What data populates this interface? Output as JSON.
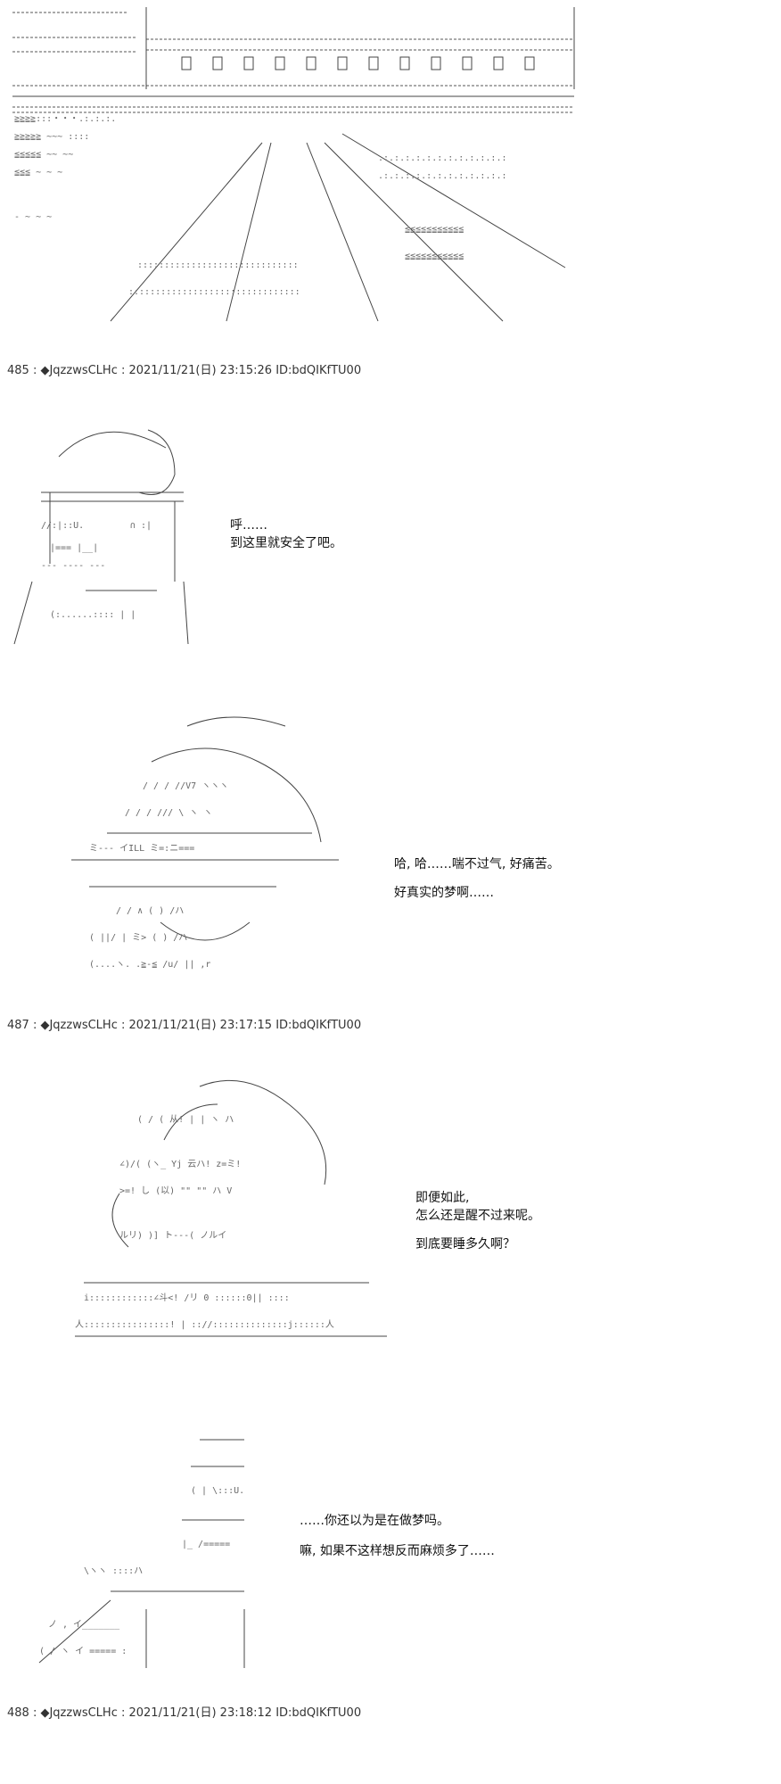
{
  "posts": [
    {
      "header": "485 : ◆JqzzwsCLHc : 2021/11/21(日) 23:15:26 ID:bdQIKfTU00"
    },
    {
      "header": "487 : ◆JqzzwsCLHc : 2021/11/21(日) 23:17:15 ID:bdQIKfTU00"
    },
    {
      "header": "488 : ◆JqzzwsCLHc : 2021/11/21(日) 23:18:12 ID:bdQIKfTU00"
    }
  ],
  "dialogue": {
    "panel1": [
      "呼……",
      "到这里就安全了吧。"
    ],
    "panel2": [
      "哈, 哈……喘不过气, 好痛苦。",
      "好真实的梦啊……"
    ],
    "panel3": [
      "即便如此,",
      "怎么还是醒不过来呢。",
      "到底要睡多久啊？"
    ],
    "panel4": [
      "……你还以为是在做梦吗。",
      "嘛, 如果不这样想反而麻烦多了……"
    ]
  }
}
